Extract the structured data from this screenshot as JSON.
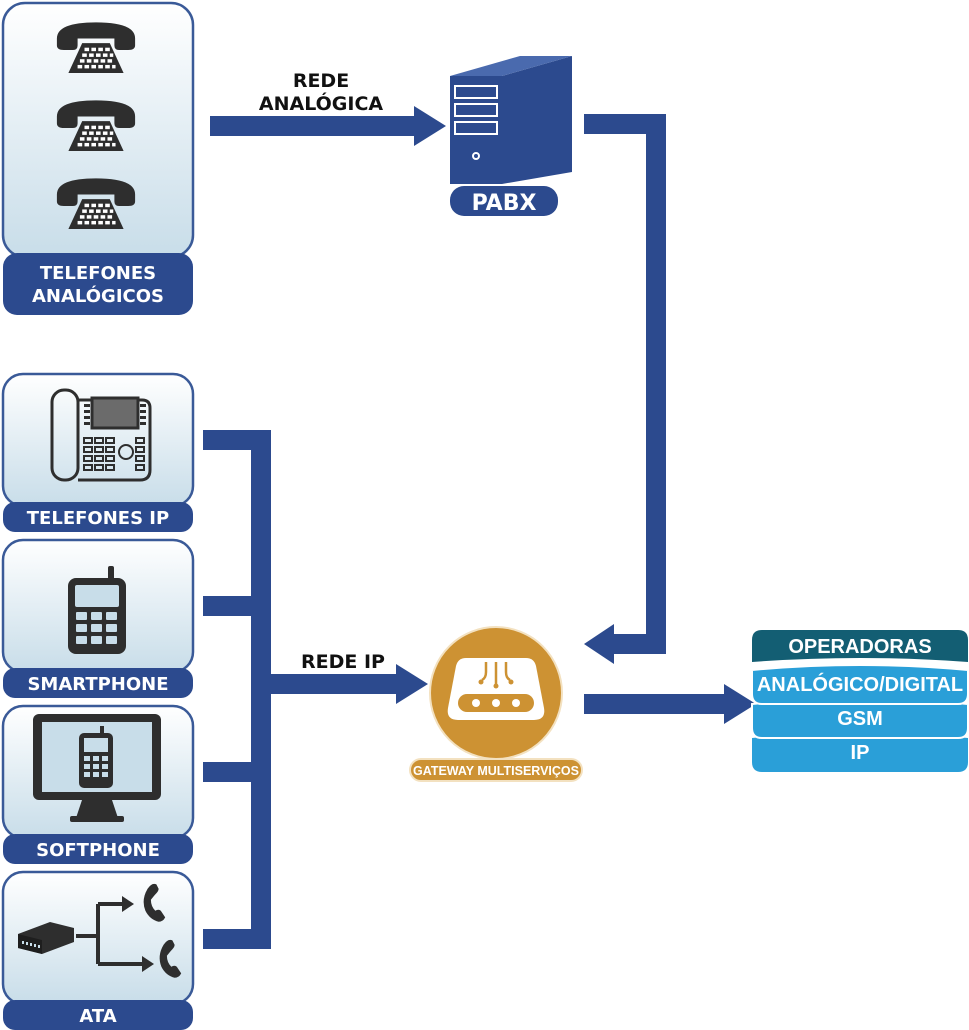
{
  "colors": {
    "navy": "#2C4A8E",
    "card_border": "#3A5A98",
    "card_fill_top": "#FFFFFF",
    "card_fill_bottom": "#C8DDE9",
    "device": "#2E2E2E",
    "gateway": "#CD9233",
    "operadoras_header": "#135E73",
    "operadoras_row": "#2A9FD8"
  },
  "devices": {
    "analog": {
      "label_line1": "TELEFONES",
      "label_line2": "ANALÓGICOS",
      "icon": "analog-phone-icon"
    },
    "ip_phone": {
      "label": "TELEFONES IP",
      "icon": "ip-desk-phone-icon"
    },
    "smartphone": {
      "label": "SMARTPHONE",
      "icon": "mobile-phone-icon"
    },
    "softphone": {
      "label": "SOFTPHONE",
      "icon": "monitor-phone-icon"
    },
    "ata": {
      "label": "ATA",
      "icon": "ata-adapter-icon"
    }
  },
  "pabx": {
    "label": "PABX",
    "icon": "server-tower-icon"
  },
  "gateway": {
    "label": "GATEWAY MULTISERVIÇOS",
    "icon": "gateway-router-icon"
  },
  "connections": {
    "analog_network_line1": "REDE",
    "analog_network_line2": "ANALÓGICA",
    "ip_network": "REDE IP"
  },
  "operadoras": {
    "title": "OPERADORAS",
    "items": [
      "ANALÓGICO/DIGITAL",
      "GSM",
      "IP"
    ]
  }
}
